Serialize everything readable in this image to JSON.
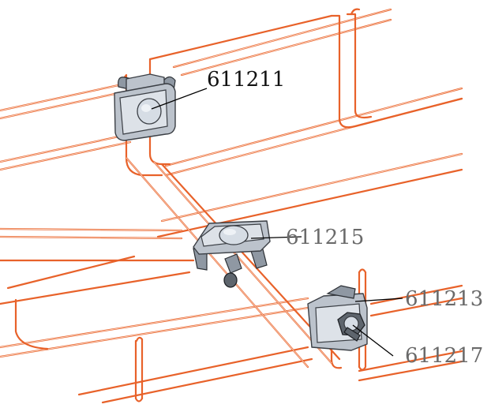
{
  "labels": {
    "clamp_top": "611211",
    "clamp_middle": "611215",
    "clamp_right": "611213",
    "bolt_nut": "611217"
  },
  "colors": {
    "wire": "#e8622a",
    "metal": "#bcc3cc",
    "text_dark": "#111111",
    "text_grey": "#6a6a6a"
  }
}
